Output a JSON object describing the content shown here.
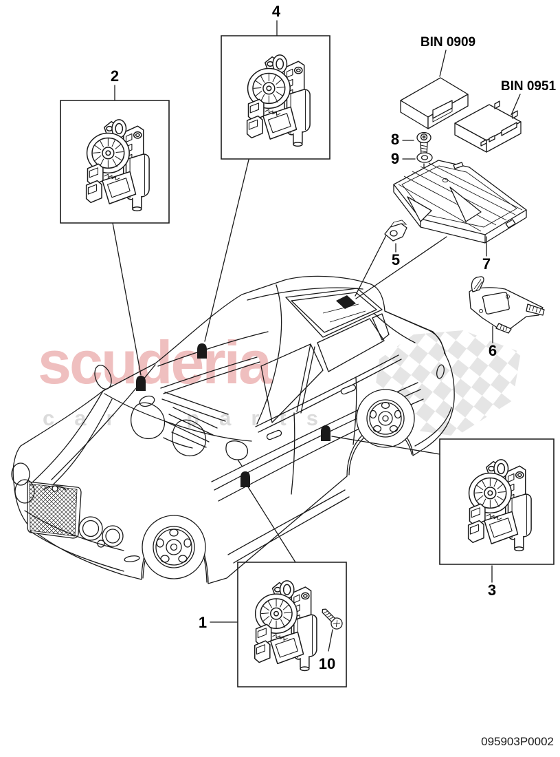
{
  "diagram": {
    "title_part_number": "095903P0002",
    "bin_labels": {
      "bin1": "BIN 0909",
      "bin2": "BIN 0951"
    },
    "callouts": {
      "c1": "1",
      "c2": "2",
      "c3": "3",
      "c4": "4",
      "c5": "5",
      "c6": "6",
      "c7": "7",
      "c8": "8",
      "c9": "9",
      "c10": "10"
    },
    "watermark": {
      "brand": "scuderia",
      "tagline": "car parts",
      "brand_color": "#edb5b5",
      "tagline_color": "#d8d8d8",
      "flag_color": "#dedede"
    },
    "colors": {
      "line": "#1a1a1a",
      "background": "#ffffff"
    }
  }
}
